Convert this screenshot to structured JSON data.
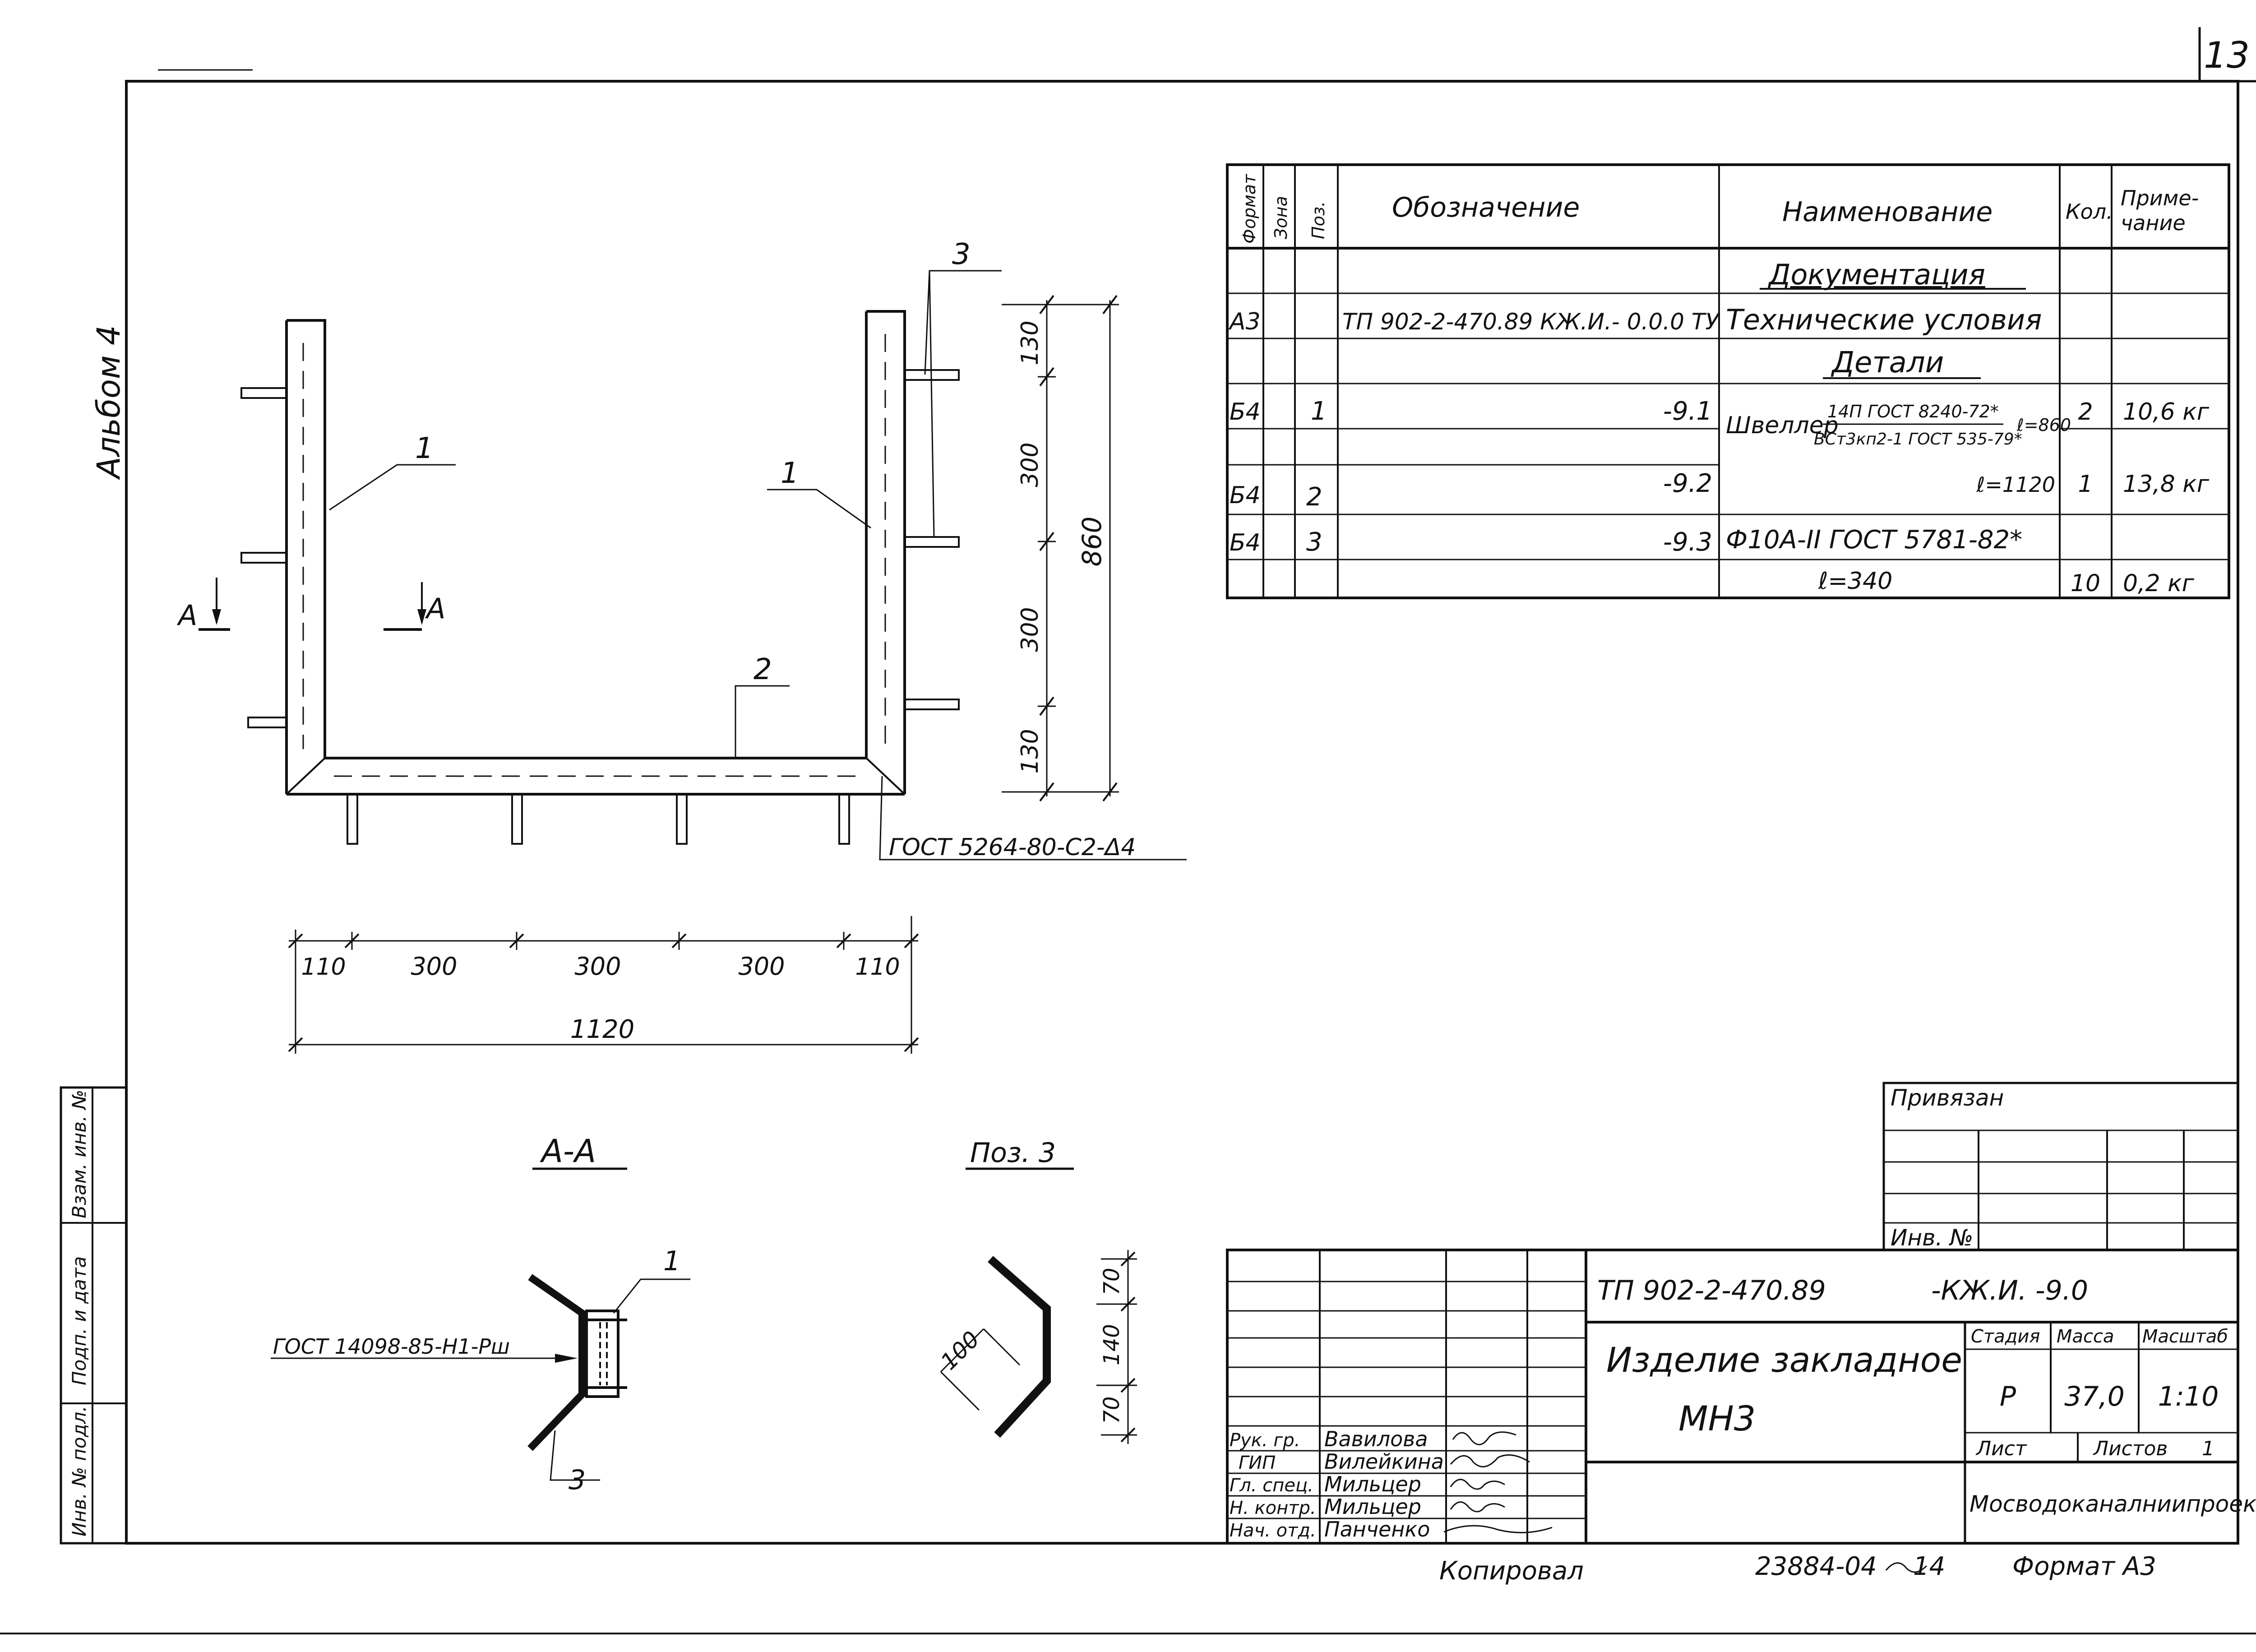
{
  "sheet": {
    "page_number": "13",
    "album": "Альбом 4"
  },
  "spec": {
    "headers": {
      "format": "Формат",
      "zone": "Зона",
      "pos": "Поз.",
      "designation": "Обозначение",
      "name": "Наименование",
      "qty": "Кол.",
      "note_1": "Приме-",
      "note_2": "чание"
    },
    "section_docs": "Документация",
    "doc_row": {
      "format": "А3",
      "designation": "ТП 902-2-470.89 КЖ.И.- 0.0.0 ТУ",
      "name": "Технические условия"
    },
    "section_details": "Детали",
    "row1": {
      "format": "Б4",
      "pos": "1",
      "designation": "-9.1",
      "name_main": "Швеллер",
      "name_top": "14П ГОСТ 8240-72*",
      "name_bottom": "ВСт3кп2-1 ГОСТ 535-79*",
      "length": "ℓ=860",
      "qty": "2",
      "note": "10,6 кг"
    },
    "row2": {
      "format": "Б4",
      "pos": "2",
      "designation": "-9.2",
      "length": "ℓ=1120",
      "qty": "1",
      "note": "13,8 кг"
    },
    "row3": {
      "format": "Б4",
      "pos": "3",
      "designation": "-9.3",
      "name": "Ф10А-II  ГОСТ 5781-82*",
      "length": "ℓ=340",
      "qty": "10",
      "note": "0,2 кг"
    }
  },
  "drawing": {
    "callout_1": "1",
    "callout_2": "2",
    "callout_3": "3",
    "section_mark": "А",
    "weld_note": "ГОСТ 5264-80-С2-Δ4",
    "dim_vertical": [
      "130",
      "300",
      "300",
      "130"
    ],
    "dim_vertical_total": "860",
    "dim_horizontal": [
      "110",
      "300",
      "300",
      "300",
      "110"
    ],
    "dim_horizontal_total": "1120"
  },
  "section_aa": {
    "title": "А-А",
    "weld_note": "ГОСТ 14098-85-Н1-Рш",
    "callout_1": "1",
    "callout_3": "3"
  },
  "pos3": {
    "title": "Поз. 3",
    "dim_100": "100",
    "dims": [
      "70",
      "140",
      "70"
    ]
  },
  "stamp": {
    "privyazan": "Привязан",
    "inv_no": "Инв. №",
    "code": "ТП 902-2-470.89",
    "code_suffix": "-КЖ.И. -9.0",
    "title_line1": "Изделие закладное",
    "title_line2": "МН3",
    "stage_label": "Стадия",
    "mass_label": "Масса",
    "scale_label": "Масштаб",
    "stage": "Р",
    "mass": "37,0",
    "scale": "1:10",
    "sheet_label": "Лист",
    "sheets_label": "Листов",
    "sheets_count": "1",
    "organization": "Мосводоканалниипроект",
    "people": [
      {
        "role": "Рук. гр.",
        "name": "Вавилова"
      },
      {
        "role": "ГИП",
        "name": "Вилейкина"
      },
      {
        "role": "Гл. спец.",
        "name": "Мильцер"
      },
      {
        "role": "Н. контр.",
        "name": "Мильцер"
      },
      {
        "role": "Нач. отд.",
        "name": "Панченко"
      }
    ]
  },
  "side_stamp": {
    "inv_podl": "Инв. № подл.",
    "podp_data": "Подп. и дата",
    "vzam_inv": "Взам. инв. №"
  },
  "footer": {
    "copied": "Копировал",
    "number": "23884-04",
    "sub": "14",
    "format": "Формат А3"
  }
}
